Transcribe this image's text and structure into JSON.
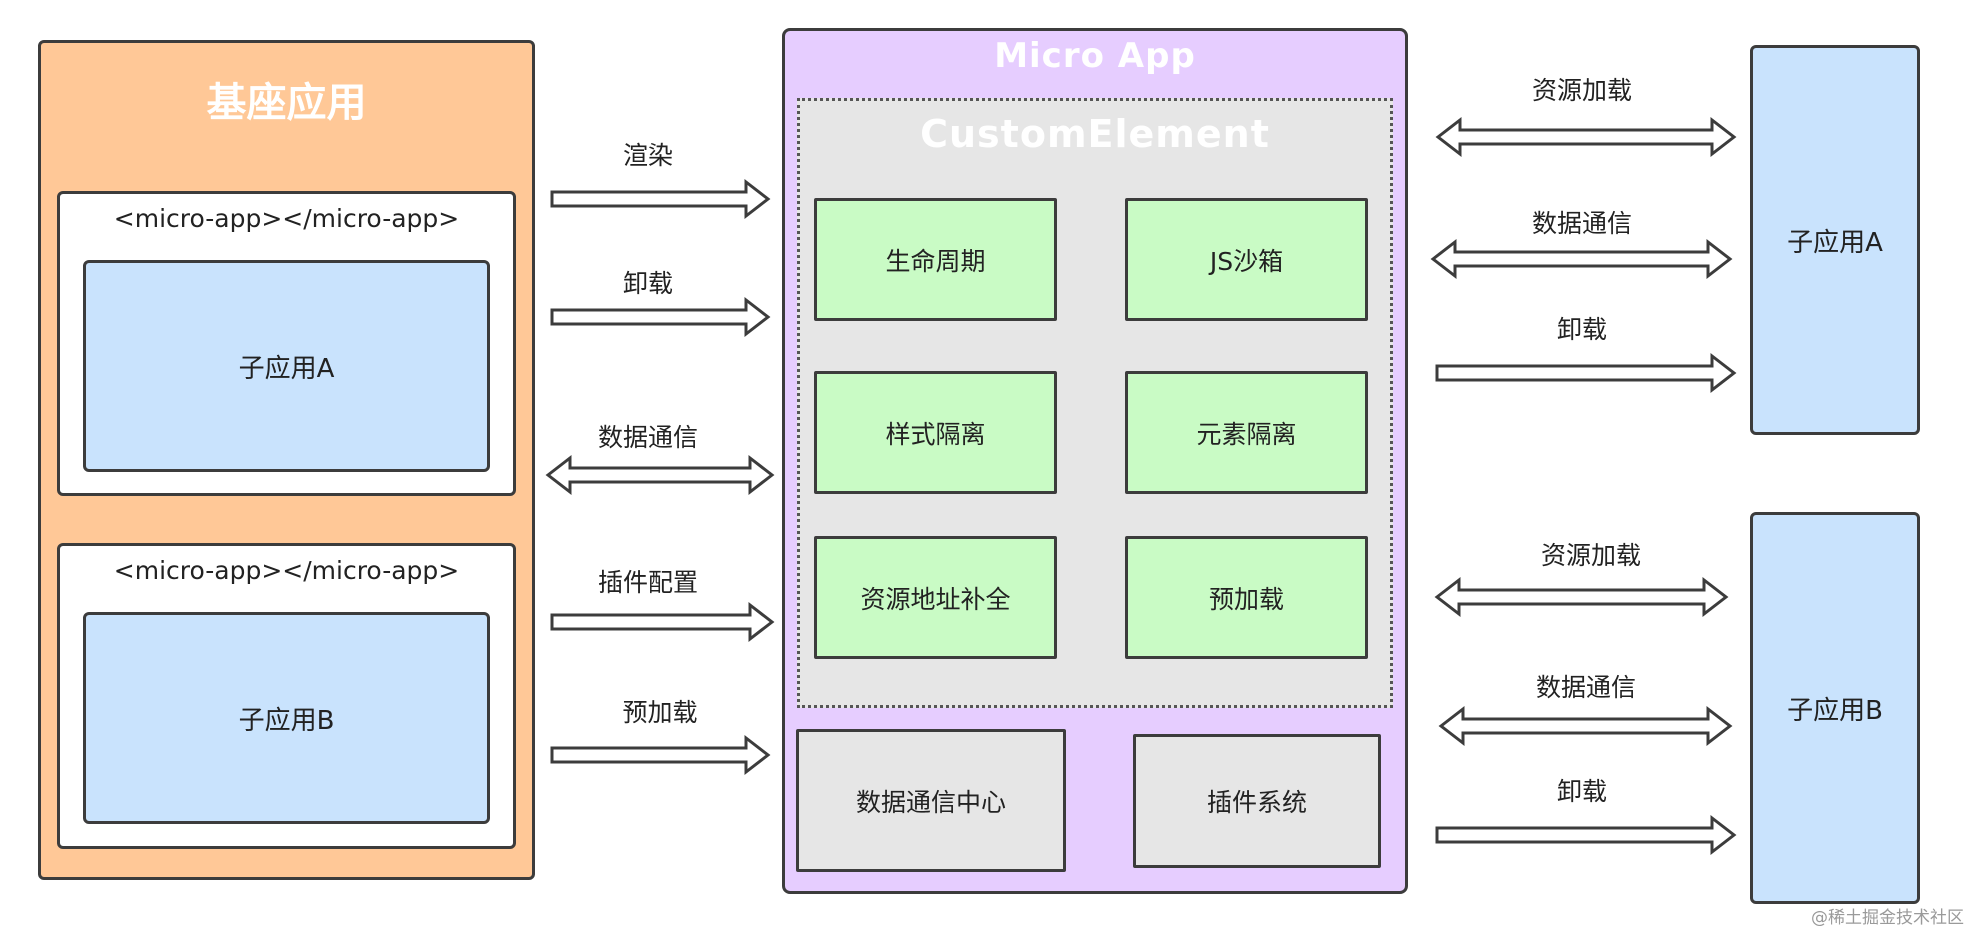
{
  "host": {
    "title": "基座应用",
    "slot_a": {
      "tag": "<micro-app></micro-app>",
      "child": "子应用A"
    },
    "slot_b": {
      "tag": "<micro-app></micro-app>",
      "child": "子应用B"
    }
  },
  "host_arrows": [
    {
      "label": "渲染",
      "direction": "right"
    },
    {
      "label": "卸载",
      "direction": "right"
    },
    {
      "label": "数据通信",
      "direction": "both"
    },
    {
      "label": "插件配置",
      "direction": "right"
    },
    {
      "label": "预加载",
      "direction": "right"
    }
  ],
  "micro_app": {
    "title": "Micro App",
    "custom_element": {
      "title": "CustomElement",
      "features": [
        "生命周期",
        "JS沙箱",
        "样式隔离",
        "元素隔离",
        "资源地址补全",
        "预加载"
      ]
    },
    "core": [
      "数据通信中心",
      "插件系统"
    ]
  },
  "right_arrows_a": [
    {
      "label": "资源加载",
      "direction": "both"
    },
    {
      "label": "数据通信",
      "direction": "both"
    },
    {
      "label": "卸载",
      "direction": "right"
    }
  ],
  "right_arrows_b": [
    {
      "label": "资源加载",
      "direction": "both"
    },
    {
      "label": "数据通信",
      "direction": "both"
    },
    {
      "label": "卸载",
      "direction": "right"
    }
  ],
  "child_a": "子应用A",
  "child_b": "子应用B",
  "watermark": "@稀土掘金技术社区",
  "colors": {
    "host_bg": "#ffc897",
    "child_bg": "#c9e3fd",
    "micro_bg": "#e6cdff",
    "feature_bg": "#c9fbc5",
    "core_bg": "#e6e6e6"
  }
}
